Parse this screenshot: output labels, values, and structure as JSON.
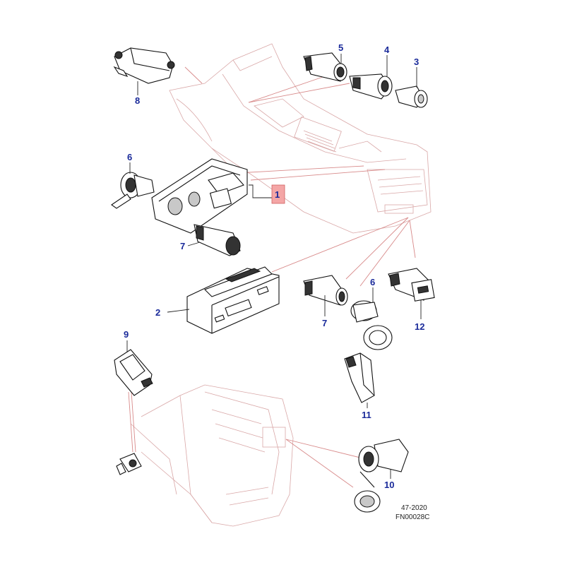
{
  "callouts": {
    "c1": "1",
    "c2": "2",
    "c3": "3",
    "c4": "4",
    "c5": "5",
    "c6a": "6",
    "c6b": "6",
    "c7a": "7",
    "c7b": "7",
    "c8": "8",
    "c9": "9",
    "c10": "10",
    "c11": "11",
    "c12": "12"
  },
  "reference": {
    "line1": "47-2020",
    "line2": "FN00028C"
  },
  "colors": {
    "callout_text": "#1a2a9a",
    "highlight_box": "#f4a6a6",
    "ghost_lines": "#d9a7a7"
  }
}
